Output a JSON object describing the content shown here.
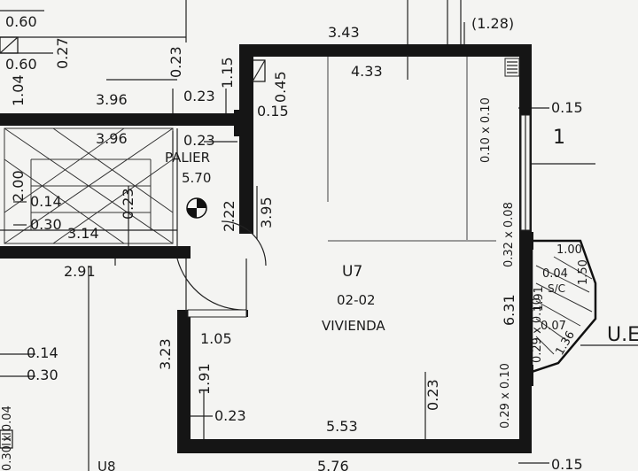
{
  "unit": {
    "name": "U7",
    "code": "02-02",
    "use": "VIVIENDA"
  },
  "landing": {
    "name": "PALIER",
    "area": "5.70"
  },
  "side_labels": {
    "right_number": "1",
    "right_edge": "U.E",
    "bottom_left": "U8"
  },
  "dimensions": {
    "d_0_60_a": "0.60",
    "d_0_60_b": "0.60",
    "d_0_27": "0.27",
    "d_1_04": "1.04",
    "d_3_96_a": "3.96",
    "d_3_96_b": "3.96",
    "d_0_23_a": "0.23",
    "d_0_23_b": "0.23",
    "d_0_23_c": "0.23",
    "d_1_15": "1.15",
    "d_0_45": "0.45",
    "d_0_15_a": "0.15",
    "d_3_43": "3.43",
    "d_4_33": "4.33",
    "d_1_28": "(1.28)",
    "d_0_10x0_10": "0.10 x 0.10",
    "d_0_15_b": "0.15",
    "d_2_00": "2.00",
    "d_0_14_a": "0.14",
    "d_0_30_a": "0.30",
    "d_3_14": "3.14",
    "d_0_23_v": "0.23",
    "d_2_22": "2.22",
    "d_3_95": "3.95",
    "d_0_32x0_08": "0.32 x 0.08",
    "d_1_00": "1.00",
    "d_0_04": "0.04",
    "d_1_50": "1.50",
    "d_sc": "S/C",
    "d_1_91_a": "1.91",
    "d_6_31": "6.31",
    "d_0_29x0_10_a": "0.29 x 0.10",
    "d_0_07": "0.07",
    "d_1_36": "1.36",
    "d_2_91": "2.91",
    "d_1_05": "1.05",
    "d_3_23": "3.23",
    "d_1_91_b": "1.91",
    "d_0_14_b": "0.14",
    "d_0_30_b": "0.30",
    "d_0_23_d": "0.23",
    "d_0_23_e": "0.23",
    "d_5_53": "5.53",
    "d_0_29x0_10_b": "0.29 x 0.10",
    "d_0_30x0_04": "0.30 x 0.04",
    "d_5_76": "5.76",
    "d_0_15_c": "0.15"
  }
}
